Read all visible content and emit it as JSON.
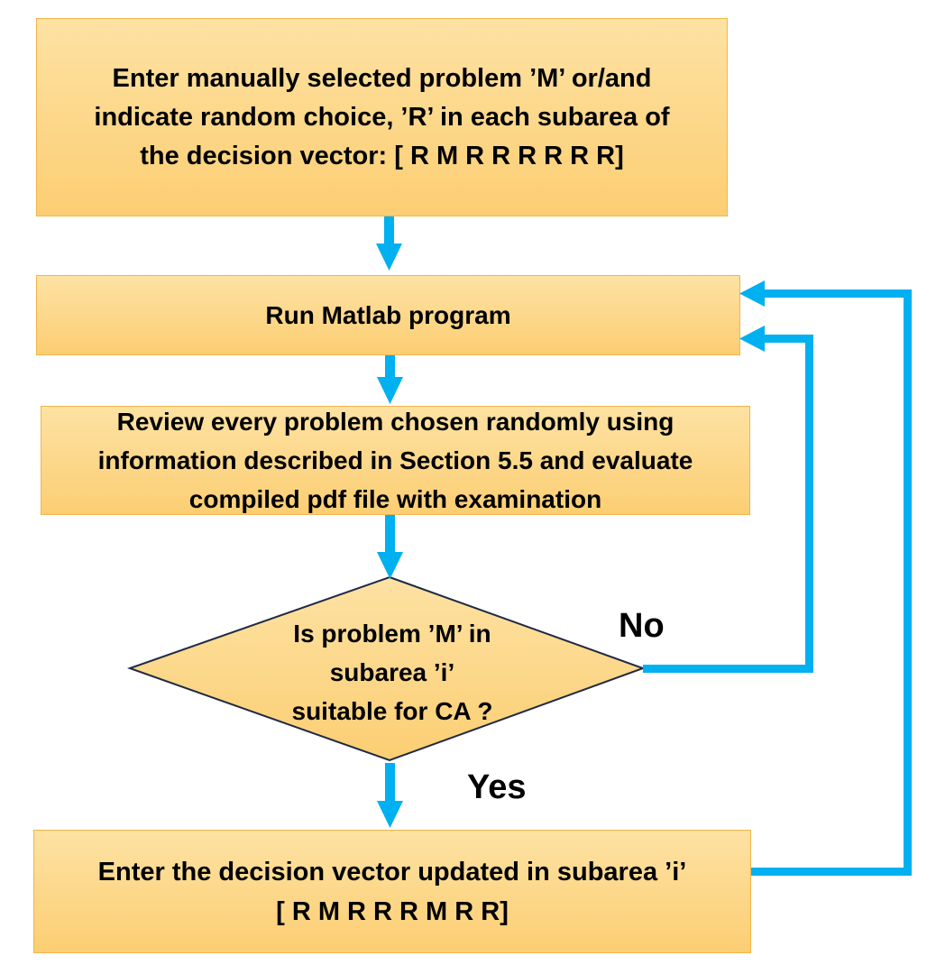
{
  "colors": {
    "box_fill_top": "#fde2a3",
    "box_fill_bottom": "#fcce73",
    "box_border": "#f2b54a",
    "arrow": "#00b0f0",
    "diamond_stroke": "#1f2a44"
  },
  "steps": {
    "enter": "Enter manually selected problem  ’M’ or/and\nindicate random choice, ’R’  in each subarea of\nthe decision vector:  [ R M R R R R R R]",
    "run": "Run Matlab program",
    "review": "Review every problem chosen randomly  using\ninformation described in Section 5.5  and evaluate\ncompiled pdf  file with examination",
    "decision": "Is problem ’M’ in\nsubarea ’i’\nsuitable for CA ?",
    "update": "Enter the decision vector updated in subarea   ’i’\n[ R M R R R M R R]"
  },
  "labels": {
    "no": "No",
    "yes": "Yes"
  }
}
